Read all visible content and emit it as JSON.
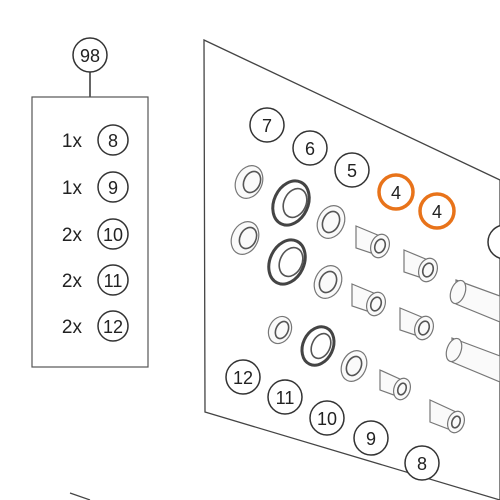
{
  "kit": {
    "number": "98",
    "items": [
      {
        "qty": "1x",
        "part": "8"
      },
      {
        "qty": "1x",
        "part": "9"
      },
      {
        "qty": "2x",
        "part": "10"
      },
      {
        "qty": "2x",
        "part": "11"
      },
      {
        "qty": "2x",
        "part": "12"
      }
    ]
  },
  "callouts": [
    "7",
    "6",
    "5",
    "4",
    "4",
    "12",
    "11",
    "10",
    "9",
    "8"
  ],
  "highlight_color": "#e8731a",
  "line_color": "#333333"
}
